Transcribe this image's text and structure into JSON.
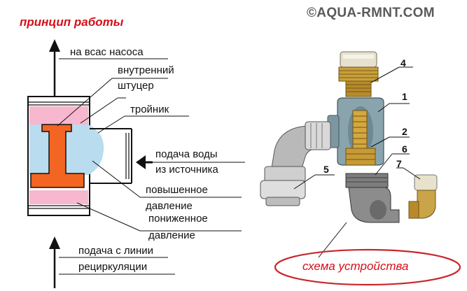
{
  "watermark": "©AQUA-RMNT.COM",
  "left_diagram": {
    "title": "принцип работы",
    "labels": {
      "suction": "на всас насоса",
      "inner_fitting_1": "внутренний",
      "inner_fitting_2": "штуцер",
      "tee": "тройник",
      "water_supply_1": "подача воды",
      "water_supply_2": "из источника",
      "high_pressure_1": "повышенное",
      "high_pressure_2": "давление",
      "low_pressure_1": "пониженное",
      "low_pressure_2": "давление",
      "recirc_1": "подача с линии",
      "recirc_2": "рециркуляции"
    }
  },
  "right_diagram": {
    "caption": "схема устройства",
    "parts": [
      "1",
      "2",
      "4",
      "5",
      "6",
      "7"
    ]
  },
  "colors": {
    "accent_red": "#d4101a",
    "orange_fitting": "#f26522",
    "pink_zone": "#f7b8cf",
    "light_blue_zone": "#b9dcef"
  }
}
